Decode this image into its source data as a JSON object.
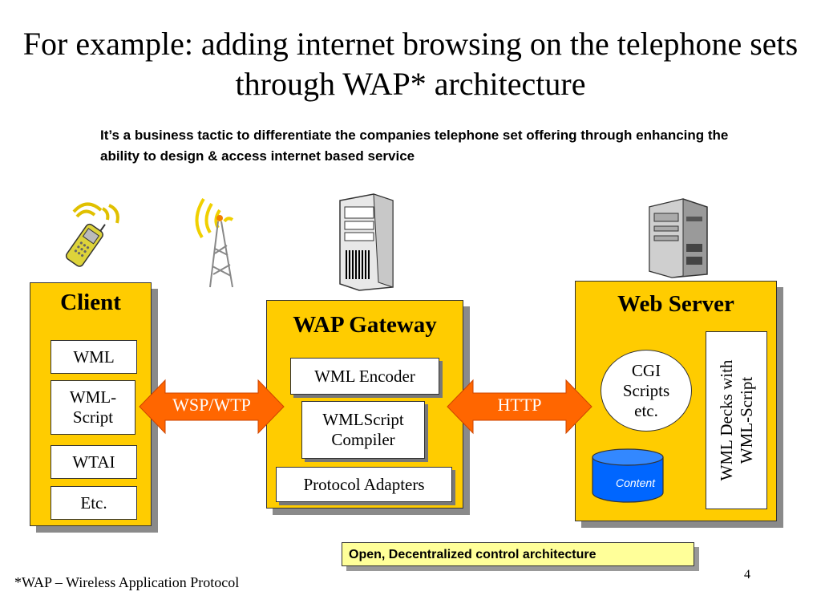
{
  "title": "For example: adding internet browsing on the telephone sets through WAP* architecture",
  "subtitle": "It’s a business tactic to differentiate the companies telephone set offering through enhancing the ability to design & access internet based service",
  "client": {
    "title": "Client",
    "items": [
      "WML",
      "WML-Script",
      "WTAI",
      "Etc."
    ]
  },
  "gateway": {
    "title": "WAP Gateway",
    "items": [
      "WML Encoder",
      "WMLScript Compiler",
      "Protocol Adapters"
    ]
  },
  "server": {
    "title": "Web Server",
    "cgi": "CGI Scripts etc.",
    "content": "Content",
    "decks": "WML Decks with WML-Script"
  },
  "arrows": {
    "left": "WSP/WTP",
    "right": "HTTP"
  },
  "note": "Open, Decentralized control architecture",
  "footnote": "*WAP – Wireless Application Protocol",
  "page_number": "4",
  "icons": [
    "mobile-phone-icon",
    "antenna-tower-icon",
    "gateway-server-icon",
    "web-server-icon"
  ],
  "colors": {
    "panel": "#ffcc00",
    "arrow": "#ff6600",
    "note": "#ffff99",
    "content_cylinder": "#0066ff"
  }
}
